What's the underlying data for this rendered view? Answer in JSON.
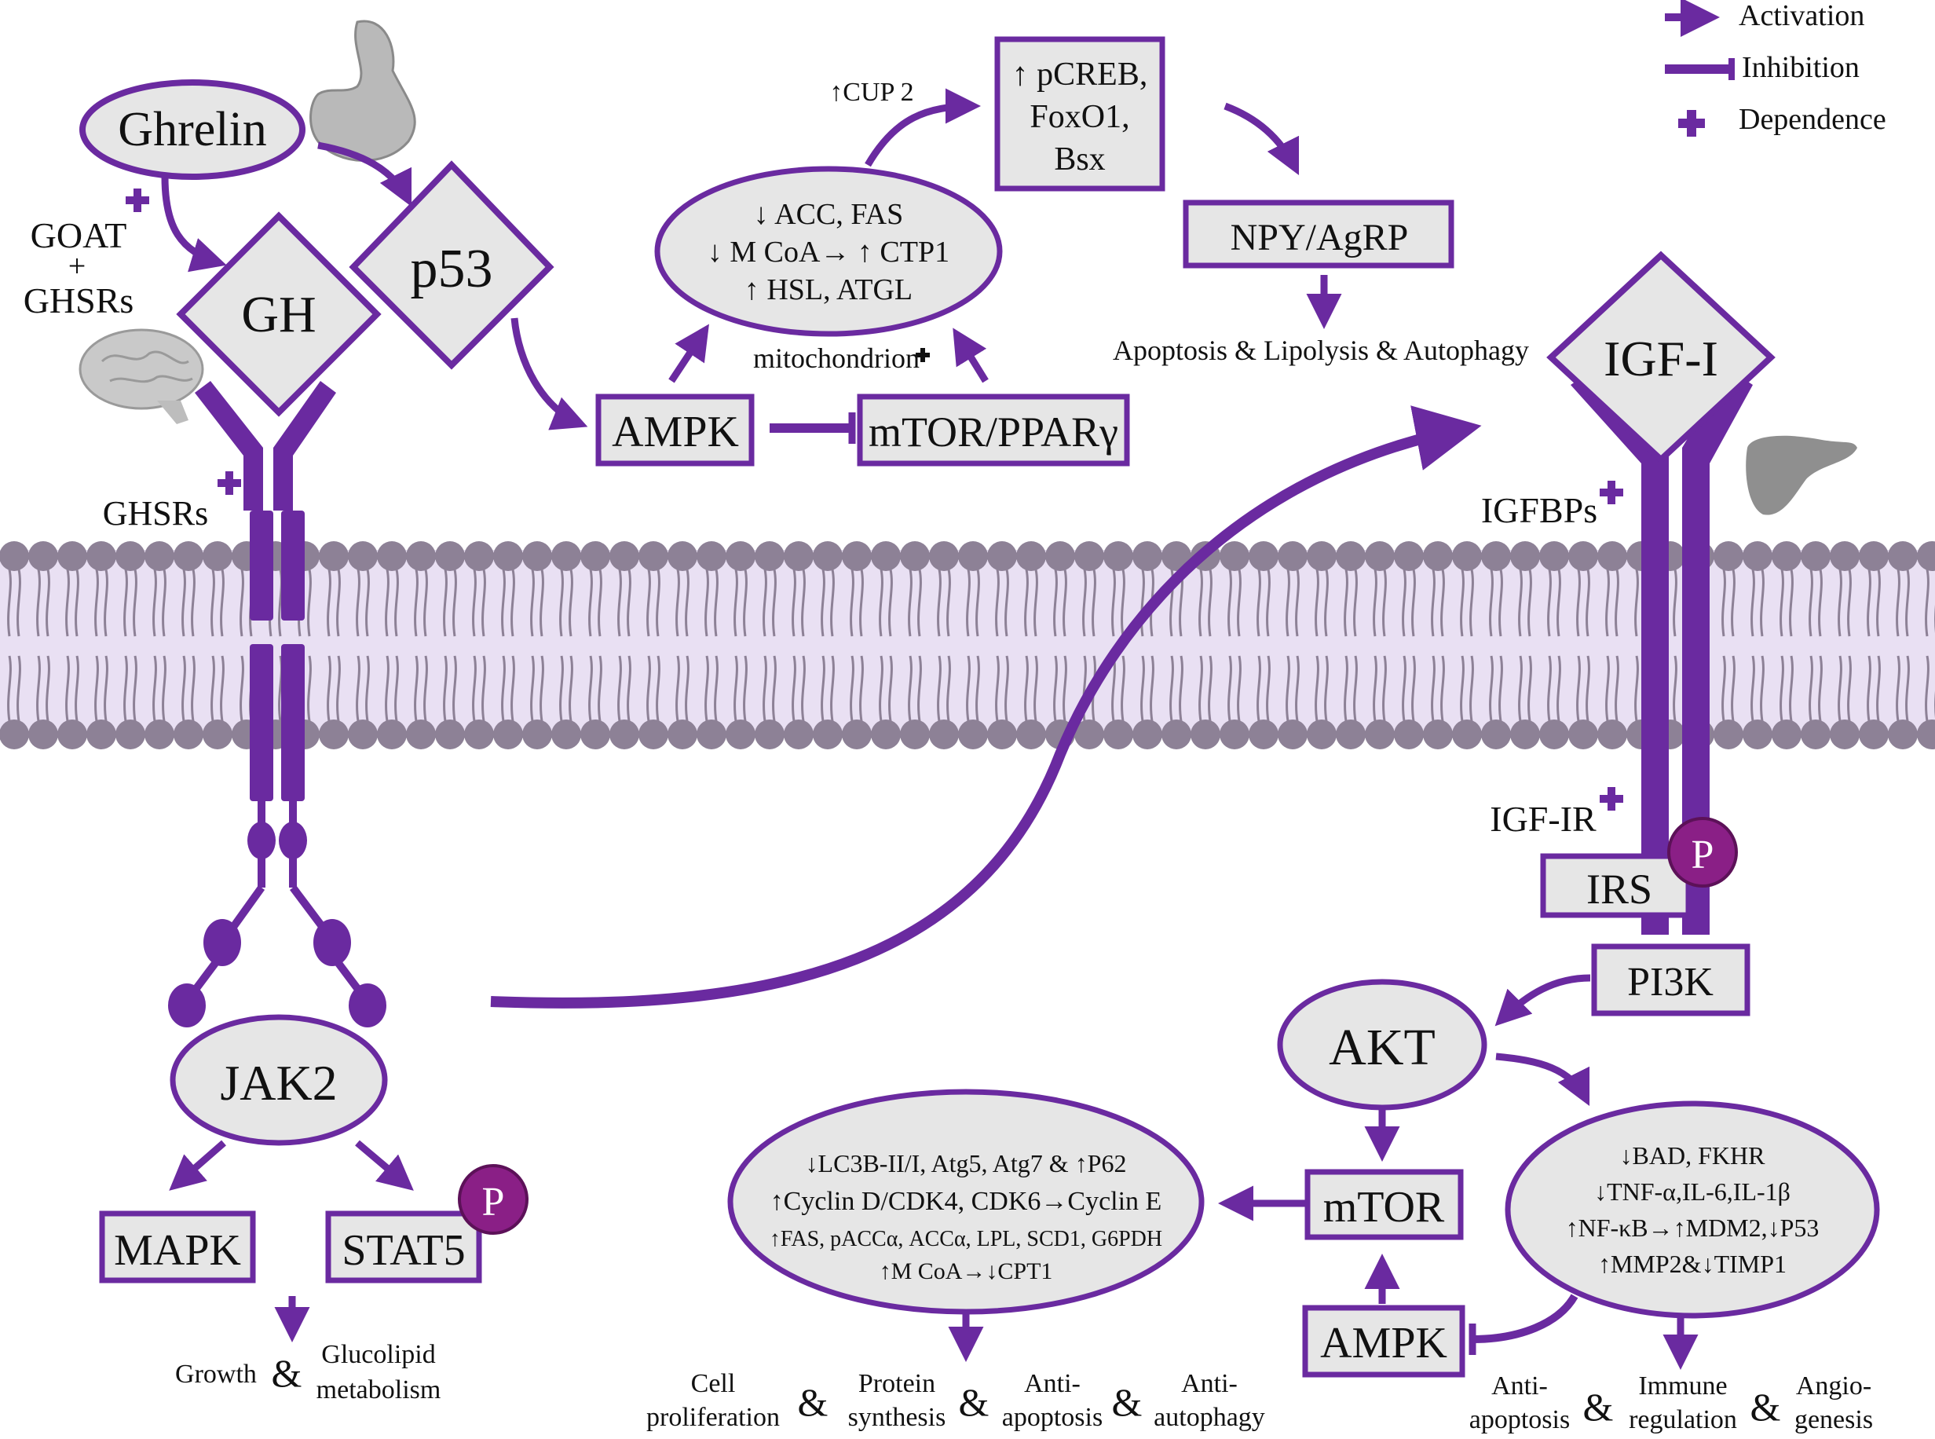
{
  "colors": {
    "purple": "#6a2aa0",
    "box_fill": "#e6e6e6",
    "membrane_head": "#8d8196",
    "membrane_fill": "#e9e0f3",
    "phospho": "#8a1f86",
    "text": "#111111"
  },
  "legend": {
    "activation": "Activation",
    "inhibition": "Inhibition",
    "dependence": "Dependence"
  },
  "nodes": {
    "ghrelin": "Ghrelin",
    "gh": "GH",
    "p53": "p53",
    "goat": "GOAT",
    "plus_sign": "+",
    "ghsrs_top": "GHSRs",
    "ghsrs_receptor": "GHSRs",
    "ampk_top": "AMPK",
    "mtor_ppar": "mTOR/PPARγ",
    "mitochondrion": "mitochondrion",
    "mito_lines": [
      "↓ ACC, FAS",
      "↓ M CoA→ ↑ CTP1",
      "↑ HSL, ATGL"
    ],
    "cup2": "↑CUP 2",
    "pcreb_lines": [
      "↑ pCREB,",
      "FoxO1,",
      "Bsx"
    ],
    "npy": "NPY/AgRP",
    "apoptosis_top": "Apoptosis & Lipolysis & Autophagy",
    "igf1": "IGF-I",
    "igfbps": "IGFBPs",
    "igf_ir": "IGF-IR",
    "irs": "IRS",
    "pi3k": "PI3K",
    "p_label": "P",
    "jak2": "JAK2",
    "mapk": "MAPK",
    "stat5": "STAT5",
    "akt": "AKT",
    "mtor_bottom": "mTOR",
    "ampk_bottom": "AMPK",
    "left_ellipse_lines": [
      "↓LC3B-II/I, Atg5, Atg7 & ↑P62",
      "↑Cyclin D/CDK4, CDK6→Cyclin E",
      "↑FAS, pACCα, ACCα, LPL, SCD1, G6PDH",
      "↑M CoA→↓CPT1"
    ],
    "right_ellipse_lines": [
      "↓BAD, FKHR",
      "↓TNF-α,IL-6,IL-1β",
      "↑NF-κB→↑MDM2,↓P53",
      "↑MMP2&↓TIMP1"
    ]
  },
  "outcomes": {
    "growth": "Growth",
    "glucolipid": [
      "Glucolipid",
      "metabolism"
    ],
    "cell_prolif": [
      "Cell",
      "proliferation"
    ],
    "protein_syn": [
      "Protein",
      "synthesis"
    ],
    "anti_apop1": [
      "Anti-",
      "apoptosis"
    ],
    "anti_autoph": [
      "Anti-",
      "autophagy"
    ],
    "anti_apop2": [
      "Anti-",
      "apoptosis"
    ],
    "immune": [
      "Immune",
      "regulation"
    ],
    "angio": [
      "Angio-",
      "genesis"
    ],
    "amp": "&"
  }
}
